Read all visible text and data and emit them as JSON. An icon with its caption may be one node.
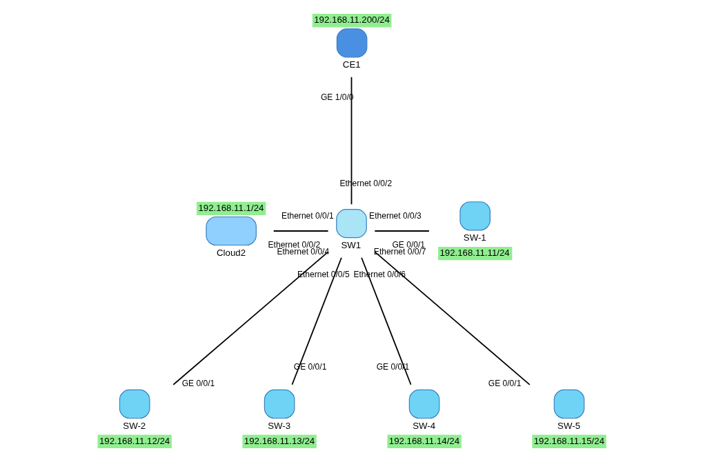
{
  "diagram": {
    "nodes": [
      {
        "text": [
          "192.168.11.200/24",
          "CE1"
        ]
      },
      {
        "text": [
          "192.168.11.1/24",
          "Cloud2"
        ]
      },
      {
        "text": [
          "SW1"
        ]
      },
      {
        "text": [
          "SW-1",
          "192.168.11.11/24"
        ]
      },
      {
        "text": [
          "SW-2",
          "192.168.11.12/24"
        ]
      },
      {
        "text": [
          "SW-3",
          "192.168.11.13/24"
        ]
      },
      {
        "text": [
          "SW-4",
          "192.168.11.14/24"
        ]
      },
      {
        "text": [
          "SW-5",
          "192.168.11.15/24"
        ]
      }
    ],
    "edges": [
      {
        "from": 0,
        "to": 2,
        "arrow": "none"
      },
      {
        "from": 1,
        "to": 2,
        "arrow": "none"
      },
      {
        "from": 2,
        "to": 3,
        "arrow": "none"
      },
      {
        "from": 2,
        "to": 4,
        "arrow": "none"
      },
      {
        "from": 2,
        "to": 5,
        "arrow": "none"
      },
      {
        "from": 2,
        "to": 6,
        "arrow": "none"
      },
      {
        "from": 2,
        "to": 7,
        "arrow": "none"
      }
    ],
    "labels": [
      "GE 1/0/0",
      "Ethernet 0/0/2",
      "Ethernet 0/0/2",
      "Ethernet 0/0/1",
      "Ethernet 0/0/3",
      "GE 0/0/1",
      "Ethernet 0/0/4",
      "GE 0/0/1",
      "Ethernet 0/0/5",
      "GE 0/0/1",
      "Ethernet 0/0/6",
      "GE 0/0/1",
      "Ethernet 0/0/7",
      "GE 0/0/1"
    ]
  }
}
